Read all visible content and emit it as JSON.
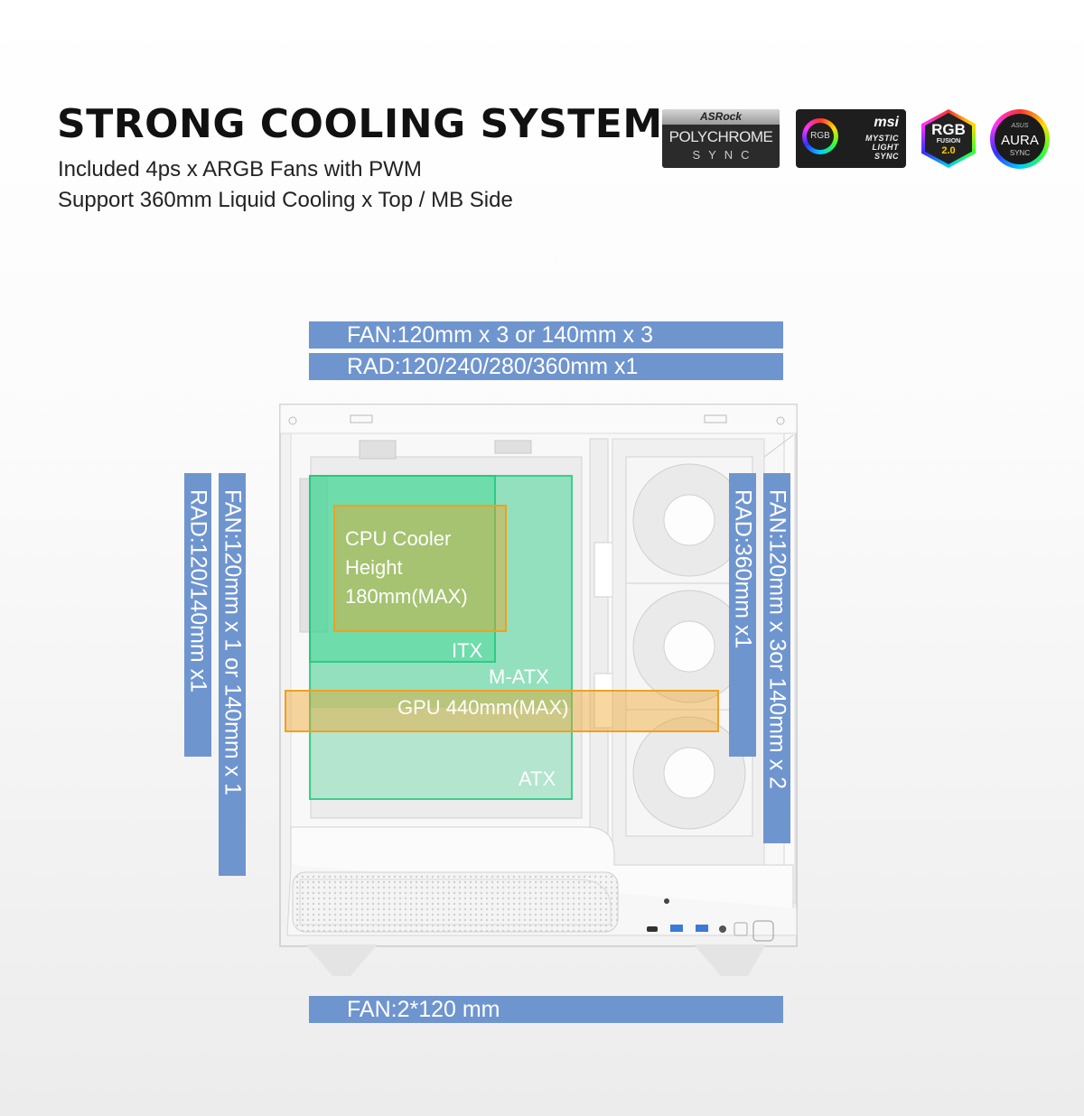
{
  "header": {
    "title": "STRONG COOLING SYSTEM",
    "line1": "Included 4ps x  ARGB Fans with PWM",
    "line2": "Support 360mm Liquid Cooling x Top / MB Side"
  },
  "logos": {
    "asrock": {
      "brand": "ASRock",
      "name": "POLYCHROME",
      "sync": "SYNC"
    },
    "msi": {
      "badge": "RGB",
      "brand": "msi",
      "l1": "MYSTIC",
      "l2": "LIGHT",
      "l3": "SYNC"
    },
    "gigabyte": {
      "l1": "RGB",
      "l2": "FUSION",
      "l3": "2.0"
    },
    "asus": {
      "brand": "ASUS",
      "name": "AURA",
      "sync": "SYNC"
    }
  },
  "labels": {
    "top_fan": "FAN:120mm x 3 or 140mm x 3",
    "top_rad": "RAD:120/240/280/360mm x1",
    "left_rad": "RAD:120/140mm x1",
    "left_fan": "FAN:120mm x 1 or 140mm x 1",
    "right_rad": "RAD:360mm x1",
    "right_fan": "FAN:120mm x 3or 140mm x 2",
    "bottom_fan": "FAN:2*120 mm"
  },
  "zones": {
    "cpu_line1": "CPU Cooler",
    "cpu_line2": "Height",
    "cpu_line3": "180mm(MAX)",
    "itx": "ITX",
    "matx": "M-ATX",
    "gpu": "GPU 440mm(MAX)",
    "atx": "ATX"
  },
  "colors": {
    "label_blue": "#6f95cf",
    "zone_green": "#2ed48a",
    "zone_orange": "#f0a020"
  }
}
